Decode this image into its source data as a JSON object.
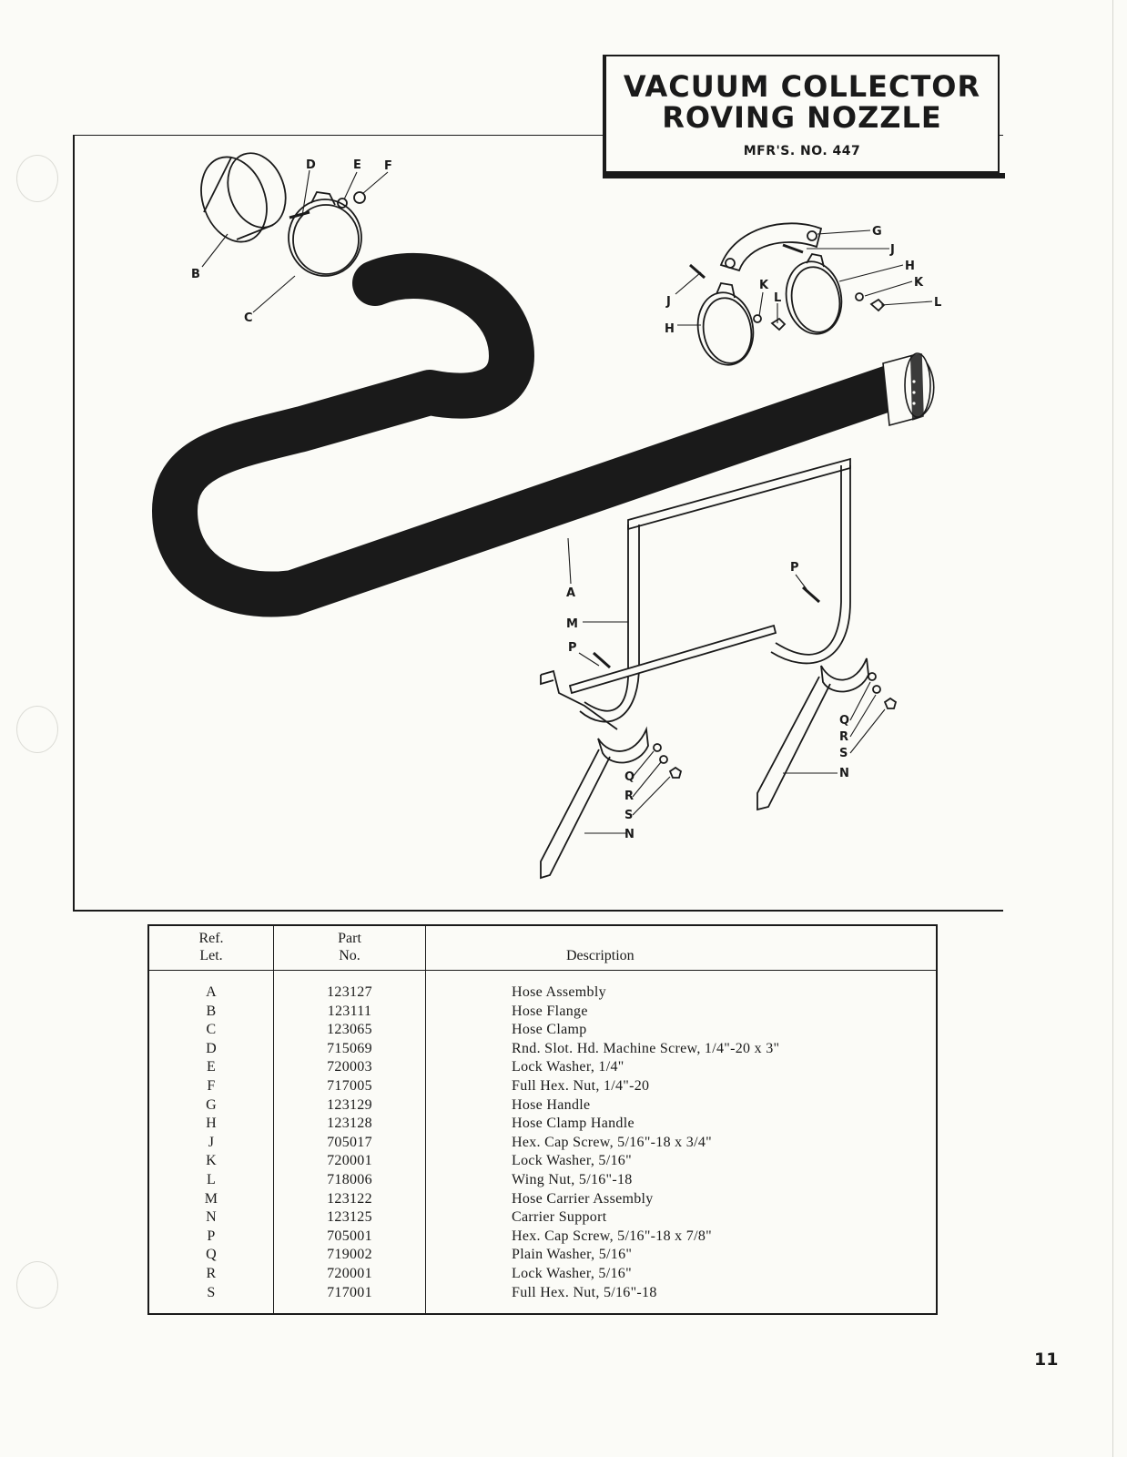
{
  "title": {
    "line1": "VACUUM COLLECTOR",
    "line2": "ROVING NOZZLE",
    "mfr": "MFR'S. NO. 447"
  },
  "callouts": {
    "A": "A",
    "B": "B",
    "C": "C",
    "D": "D",
    "E": "E",
    "F": "F",
    "G": "G",
    "H": "H",
    "J": "J",
    "K": "K",
    "L": "L",
    "M": "M",
    "N": "N",
    "P": "P",
    "Q": "Q",
    "R": "R",
    "S": "S"
  },
  "table": {
    "headers": {
      "ref_line1": "Ref.",
      "ref_line2": "Let.",
      "part_line1": "Part",
      "part_line2": "No.",
      "description": "Description"
    },
    "rows": [
      {
        "ref": "A",
        "part": "123127",
        "desc": "Hose Assembly"
      },
      {
        "ref": "B",
        "part": "123111",
        "desc": "Hose Flange"
      },
      {
        "ref": "C",
        "part": "123065",
        "desc": "Hose Clamp"
      },
      {
        "ref": "D",
        "part": "715069",
        "desc": "Rnd. Slot. Hd. Machine Screw, 1/4\"-20 x 3\""
      },
      {
        "ref": "E",
        "part": "720003",
        "desc": "Lock Washer, 1/4\""
      },
      {
        "ref": "F",
        "part": "717005",
        "desc": "Full Hex. Nut, 1/4\"-20"
      },
      {
        "ref": "G",
        "part": "123129",
        "desc": "Hose Handle"
      },
      {
        "ref": "H",
        "part": "123128",
        "desc": "Hose Clamp Handle"
      },
      {
        "ref": "J",
        "part": "705017",
        "desc": "Hex. Cap Screw, 5/16\"-18 x 3/4\""
      },
      {
        "ref": "K",
        "part": "720001",
        "desc": "Lock Washer, 5/16\""
      },
      {
        "ref": "L",
        "part": "718006",
        "desc": "Wing Nut, 5/16\"-18"
      },
      {
        "ref": "M",
        "part": "123122",
        "desc": "Hose Carrier Assembly"
      },
      {
        "ref": "N",
        "part": "123125",
        "desc": "Carrier Support"
      },
      {
        "ref": "P",
        "part": "705001",
        "desc": "Hex. Cap Screw, 5/16\"-18 x 7/8\""
      },
      {
        "ref": "Q",
        "part": "719002",
        "desc": "Plain Washer, 5/16\""
      },
      {
        "ref": "R",
        "part": "720001",
        "desc": "Lock  Washer, 5/16\""
      },
      {
        "ref": "S",
        "part": "717001",
        "desc": "Full Hex. Nut, 5/16\"-18"
      }
    ]
  },
  "page_number": "11"
}
